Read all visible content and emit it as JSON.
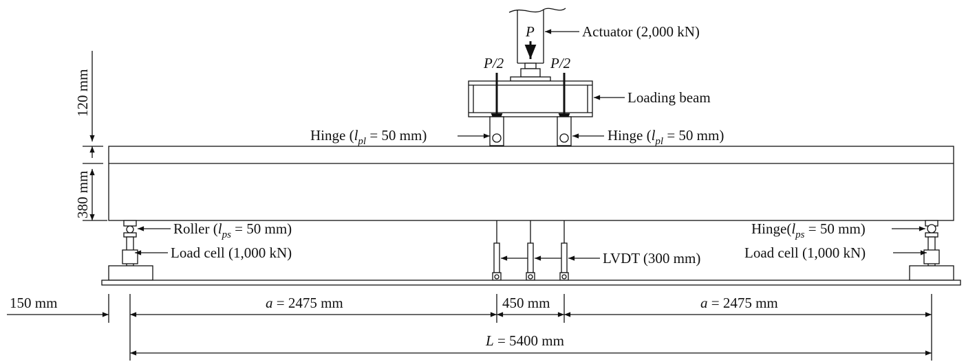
{
  "load": {
    "P": "P",
    "P_half_left": "P/2",
    "P_half_right": "P/2"
  },
  "labels": {
    "actuator": "Actuator (2,000 kN)",
    "loading_beam": "Loading beam",
    "hinge_left_prefix": "Hinge (",
    "hinge_left_suffix": " = 50 mm)",
    "hinge_right_prefix": "Hinge (",
    "hinge_right_suffix": " = 50 mm)",
    "roller_prefix": "Roller (",
    "roller_suffix": " = 50 mm)",
    "hinge_support_prefix": "Hinge(",
    "hinge_support_suffix": " = 50 mm)",
    "load_cell_left": "Load cell (1,000 kN)",
    "load_cell_right": "Load cell (1,000 kN)",
    "lvdt": "LVDT (300 mm)",
    "l_pl": "l",
    "l_pl_sub": "pl",
    "l_ps": "l",
    "l_ps_sub": "ps"
  },
  "dimensions": {
    "top_slab": "120 mm",
    "web_depth": "380 mm",
    "overhang": "150 mm",
    "shear_span_left_var": "a",
    "shear_span_left_val": " = 2475 mm",
    "constant_moment": "450 mm",
    "shear_span_right_var": "a",
    "shear_span_right_val": " = 2475 mm",
    "span_var": "L",
    "span_val": " = 5400 mm"
  }
}
